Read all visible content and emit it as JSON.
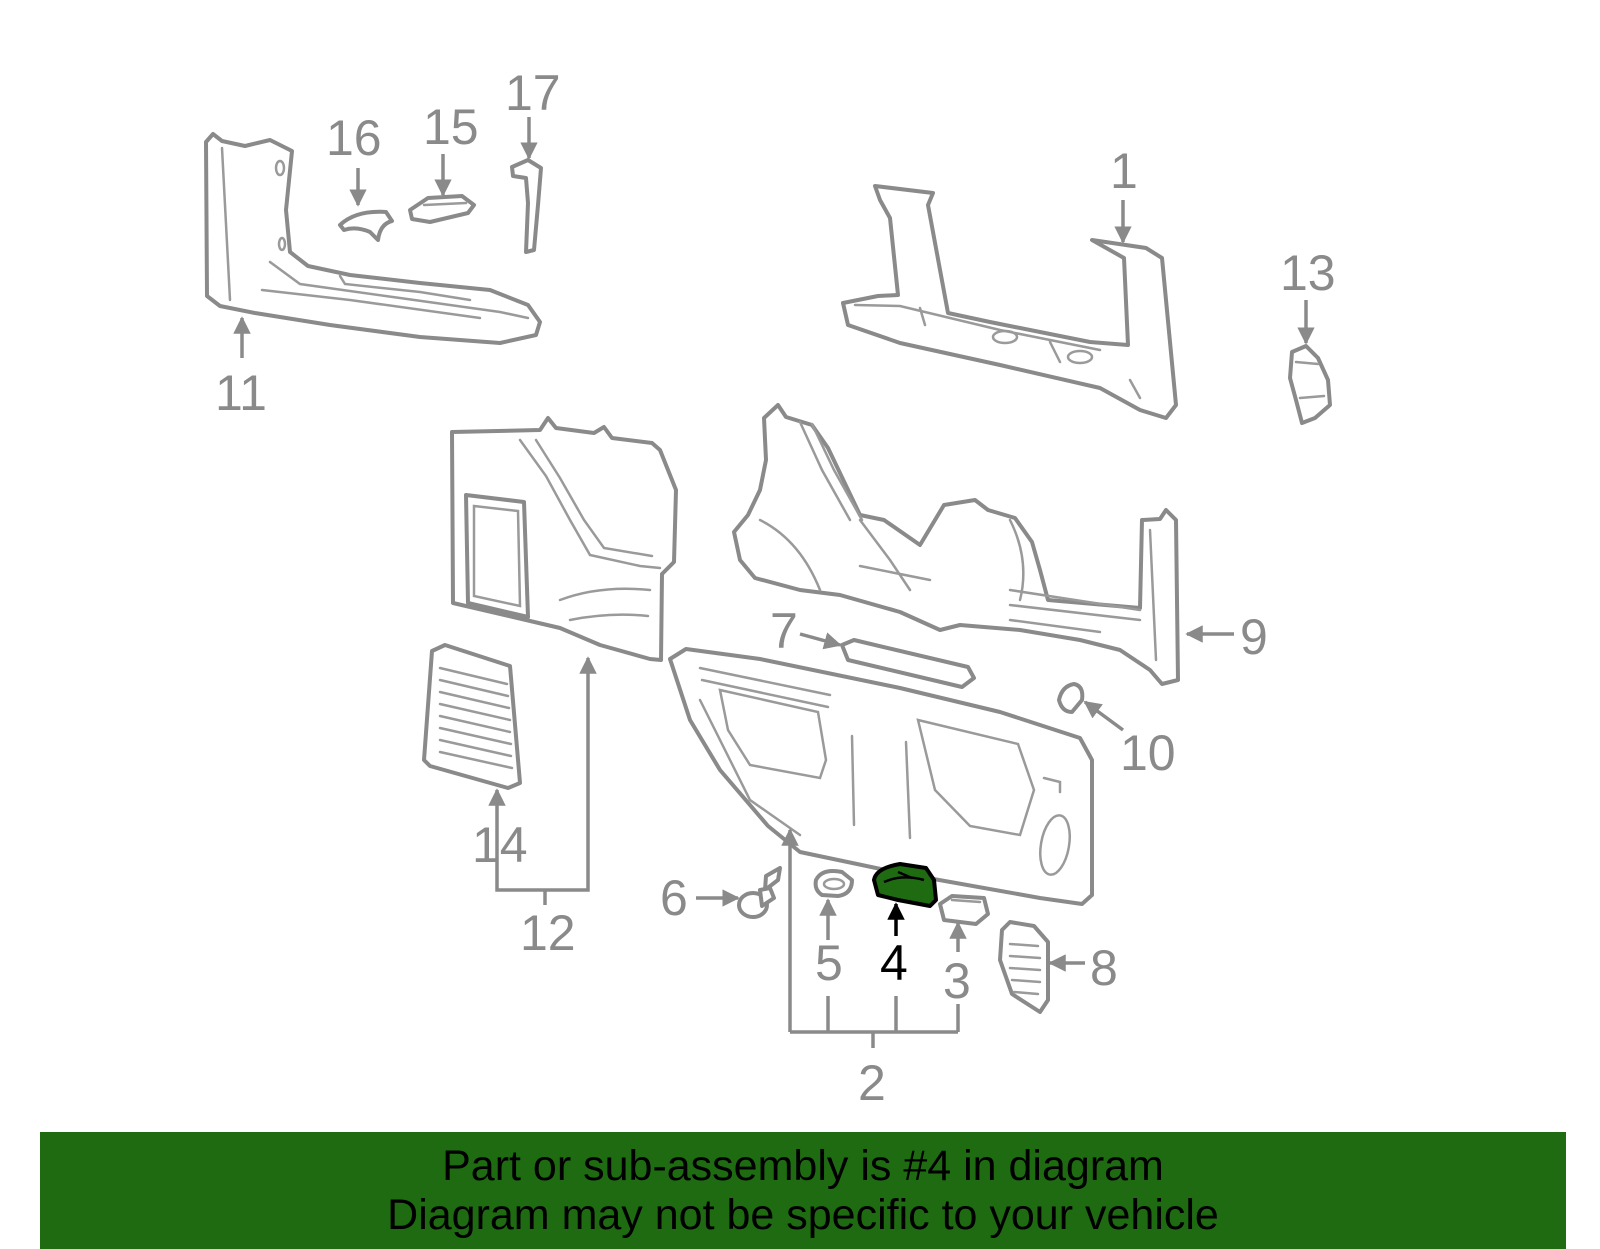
{
  "diagram": {
    "highlight_color": "#1e6b12",
    "highlighted_callout": "4",
    "callouts": {
      "c1": "1",
      "c2": "2",
      "c3": "3",
      "c4": "4",
      "c5": "5",
      "c6": "6",
      "c7": "7",
      "c8": "8",
      "c9": "9",
      "c10": "10",
      "c11": "11",
      "c12": "12",
      "c13": "13",
      "c14": "14",
      "c15": "15",
      "c16": "16",
      "c17": "17"
    }
  },
  "banner": {
    "line1": "Part or sub-assembly is #4 in diagram",
    "line2": "Diagram may not be specific to your vehicle",
    "background": "#1e6b12"
  }
}
